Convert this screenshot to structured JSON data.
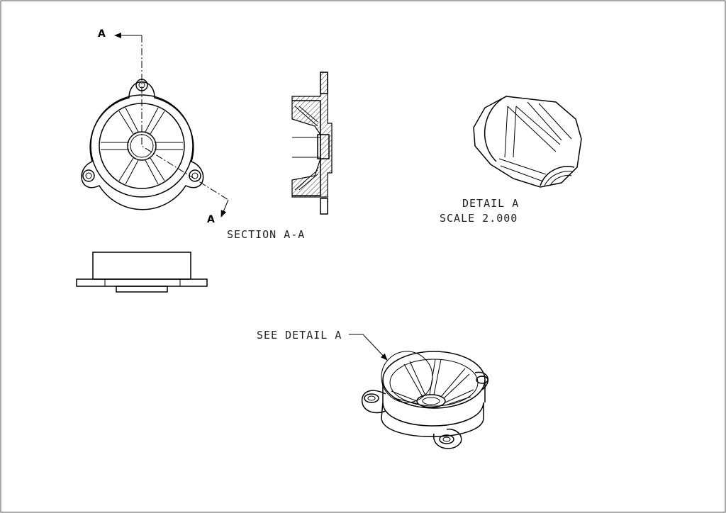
{
  "labels": {
    "cut_start": "A",
    "cut_end": "A",
    "section": "SECTION A-A",
    "detail_title": "DETAIL A",
    "detail_scale": "SCALE 2.000",
    "see_detail": "SEE DETAIL A"
  },
  "colors": {
    "line": "#000000",
    "paper": "#ffffff"
  }
}
